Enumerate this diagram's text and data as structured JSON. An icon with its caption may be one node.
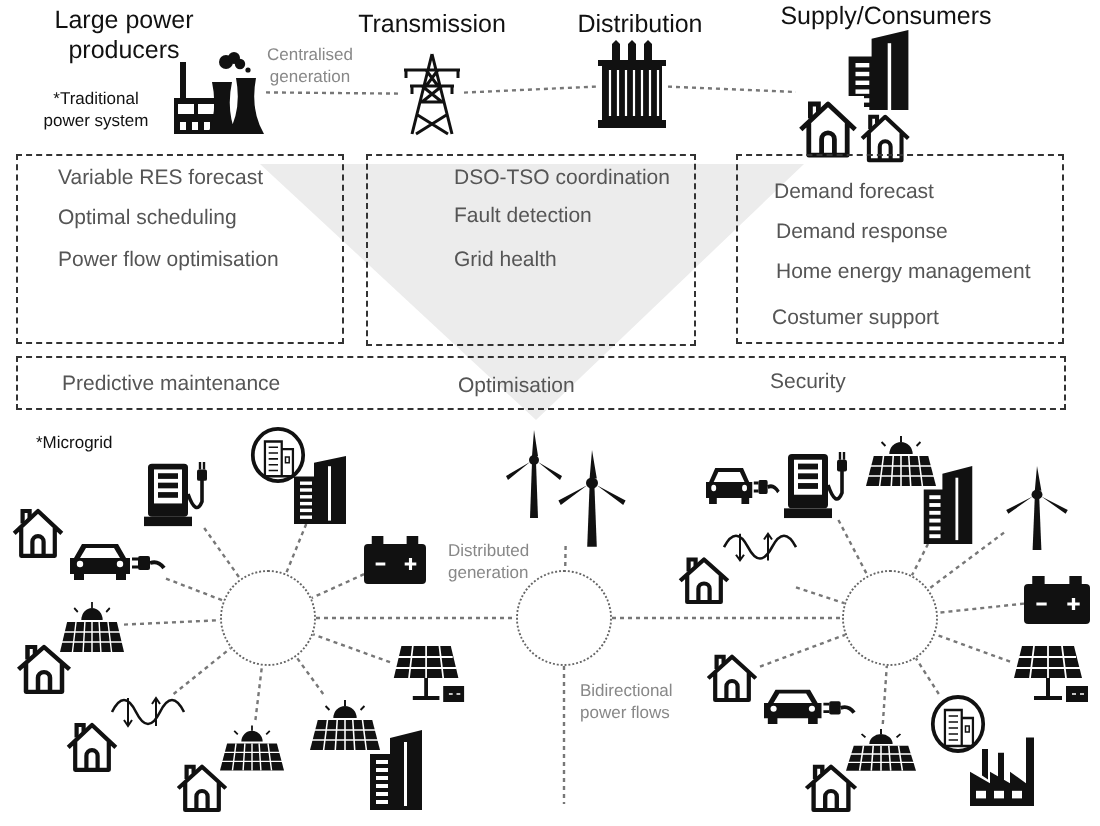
{
  "diagram": {
    "nodes": [
      {
        "text": [
          "Large power producers"
        ],
        "beside": [
          "Centralised generation"
        ]
      },
      {
        "text": [
          "Transmission"
        ]
      },
      {
        "text": [
          "Distribution"
        ]
      },
      {
        "text": [
          "Supply/Consumers"
        ]
      },
      {
        "text": [
          "Variable RES forecast",
          "Optimal scheduling",
          "Power flow optimisation"
        ]
      },
      {
        "text": [
          "DSO-TSO coordination",
          "Fault detection",
          "Grid health"
        ]
      },
      {
        "text": [
          "Demand forecast",
          "Demand response",
          "Home energy management",
          "Costumer support"
        ]
      },
      {
        "text": [
          "Predictive maintenance",
          "Optimisation",
          "Security"
        ]
      },
      {
        "text": [],
        "shape": "circle"
      },
      {
        "text": [],
        "shape": "circle"
      },
      {
        "text": [],
        "shape": "circle"
      },
      {
        "text": [],
        "shape": "charger"
      },
      {
        "text": [],
        "shape": "building"
      },
      {
        "text": [],
        "shape": "car"
      },
      {
        "text": [],
        "shape": "battery"
      },
      {
        "text": [],
        "shape": "solar-panel"
      },
      {
        "text": [],
        "shape": "house"
      },
      {
        "text": [],
        "shape": "solar-panel"
      },
      {
        "text": [],
        "shape": "solar-panel"
      },
      {
        "text": [],
        "shape": "solar-panel"
      },
      {
        "text": [],
        "shape": "wind-turbine"
      },
      {
        "text": [],
        "shape": "charger"
      },
      {
        "text": [],
        "shape": "building"
      },
      {
        "text": [],
        "shape": "wind-turbine"
      },
      {
        "text": [],
        "shape": "battery"
      },
      {
        "text": [],
        "shape": "solar-panel"
      },
      {
        "text": [],
        "shape": "building"
      },
      {
        "text": [],
        "shape": "solar-panel"
      },
      {
        "text": [],
        "shape": "house"
      },
      {
        "text": [],
        "shape": "house"
      }
    ],
    "edges": [
      {
        "from": 0,
        "to": 1,
        "arrow": "none",
        "style": "dashed"
      },
      {
        "from": 1,
        "to": 2,
        "arrow": "none",
        "style": "dashed"
      },
      {
        "from": 2,
        "to": 3,
        "arrow": "none",
        "style": "dashed"
      },
      {
        "from": 11,
        "to": 8,
        "arrow": "none",
        "style": "dashed"
      },
      {
        "from": 12,
        "to": 8,
        "arrow": "none",
        "style": "dashed"
      },
      {
        "from": 13,
        "to": 8,
        "arrow": "none",
        "style": "dashed"
      },
      {
        "from": 14,
        "to": 8,
        "arrow": "none",
        "style": "dashed"
      },
      {
        "from": 15,
        "to": 8,
        "arrow": "none",
        "style": "dashed"
      },
      {
        "from": 16,
        "to": 8,
        "arrow": "none",
        "style": "dashed"
      },
      {
        "from": 17,
        "to": 8,
        "arrow": "none",
        "style": "dashed"
      },
      {
        "from": 18,
        "to": 8,
        "arrow": "none",
        "style": "dashed"
      },
      {
        "from": 19,
        "to": 8,
        "arrow": "none",
        "style": "dashed"
      },
      {
        "from": 8,
        "to": 9,
        "arrow": "none",
        "style": "dashed"
      },
      {
        "from": 20,
        "to": 9,
        "arrow": "none",
        "style": "dashed"
      },
      {
        "from": 9,
        "to": 10,
        "arrow": "none",
        "style": "dashed"
      },
      {
        "from": 9,
        "to": null,
        "arrow": "none",
        "style": "dashed"
      },
      {
        "from": 21,
        "to": 10,
        "arrow": "none",
        "style": "dashed"
      },
      {
        "from": 22,
        "to": 10,
        "arrow": "none",
        "style": "dashed"
      },
      {
        "from": 23,
        "to": 10,
        "arrow": "none",
        "style": "dashed"
      },
      {
        "from": 24,
        "to": 10,
        "arrow": "none",
        "style": "dashed"
      },
      {
        "from": 25,
        "to": 10,
        "arrow": "none",
        "style": "dashed"
      },
      {
        "from": 26,
        "to": 10,
        "arrow": "none",
        "style": "dashed"
      },
      {
        "from": 27,
        "to": 10,
        "arrow": "none",
        "style": "dashed"
      },
      {
        "from": 28,
        "to": 10,
        "arrow": "none",
        "style": "dashed"
      },
      {
        "from": 29,
        "to": 10,
        "arrow": "none",
        "style": "dashed"
      }
    ],
    "labels": [
      "*Traditional power system",
      "*Microgrid",
      "Distributed generation",
      "Bidirectional power flows"
    ]
  }
}
